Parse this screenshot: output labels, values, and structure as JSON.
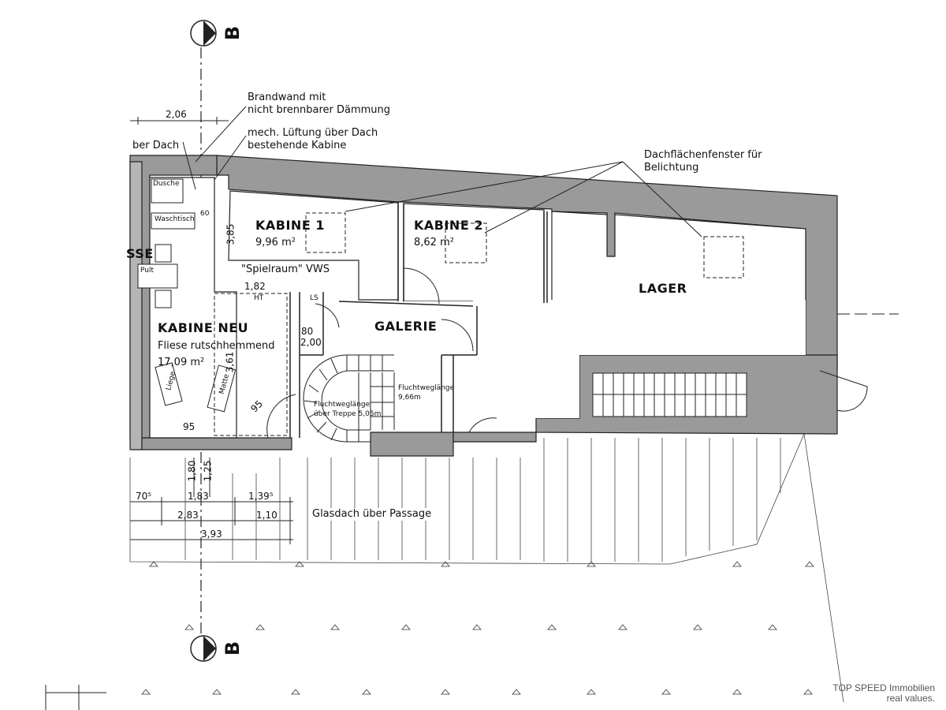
{
  "section_marker": {
    "top": "B",
    "bottom": "B"
  },
  "annotations": {
    "firewall": [
      "Brandwand mit",
      "nicht brennbarer Dämmung"
    ],
    "ventilation": [
      "mech. Lüftung über Dach",
      "bestehende Kabine"
    ],
    "skylight": [
      "Dachflächenfenster für",
      "Belichtung"
    ],
    "roof_left": "ber Dach",
    "glass_roof": "Glasdach über Passage"
  },
  "rooms": {
    "kabine1": {
      "name": "KABINE 1",
      "area": "9,96 m²",
      "note": "\"Spielraum\" VWS"
    },
    "kabine2": {
      "name": "KABINE 2",
      "area": "8,62 m²"
    },
    "lager": {
      "name": "LAGER"
    },
    "galerie": {
      "name": "GALERIE"
    },
    "kabine_neu": {
      "name": "KABINE NEU",
      "floor": "Fliese rutschhemmend",
      "area": "17,09 m²"
    },
    "kasse": {
      "name": "SSE"
    }
  },
  "fixtures": {
    "dusche": "Dusche",
    "waschtisch": "Waschtisch",
    "pult": "Pult",
    "liege": "Liege",
    "matte": "Matte",
    "fluchtweg1": "Fluchtweglänge",
    "fluchtweg1_val": "9,66m",
    "fluchtweg2": "Fluchtweglänge",
    "fluchtweg2_val": "über Treppe 5,05m"
  },
  "dimensions": {
    "top": "2,06",
    "v1": "3,85",
    "d182": "1,82",
    "ht": "HT",
    "ls": "LS",
    "d80": "80",
    "d200": "2,00",
    "v361": "3,61",
    "d95a": "95",
    "d95b": "95",
    "d60": "60",
    "v180": "1,80",
    "v125": "1,25",
    "row1": [
      "70⁵",
      "1,83",
      "1,39⁵"
    ],
    "row2": [
      "2,83",
      "1,10"
    ],
    "row3": "3,93"
  },
  "branding": {
    "line1": "TOP SPEED Immobilien",
    "line2": "real values."
  },
  "colors": {
    "wall": "#9a9a9a",
    "line": "#222222",
    "paper": "#ffffff"
  }
}
